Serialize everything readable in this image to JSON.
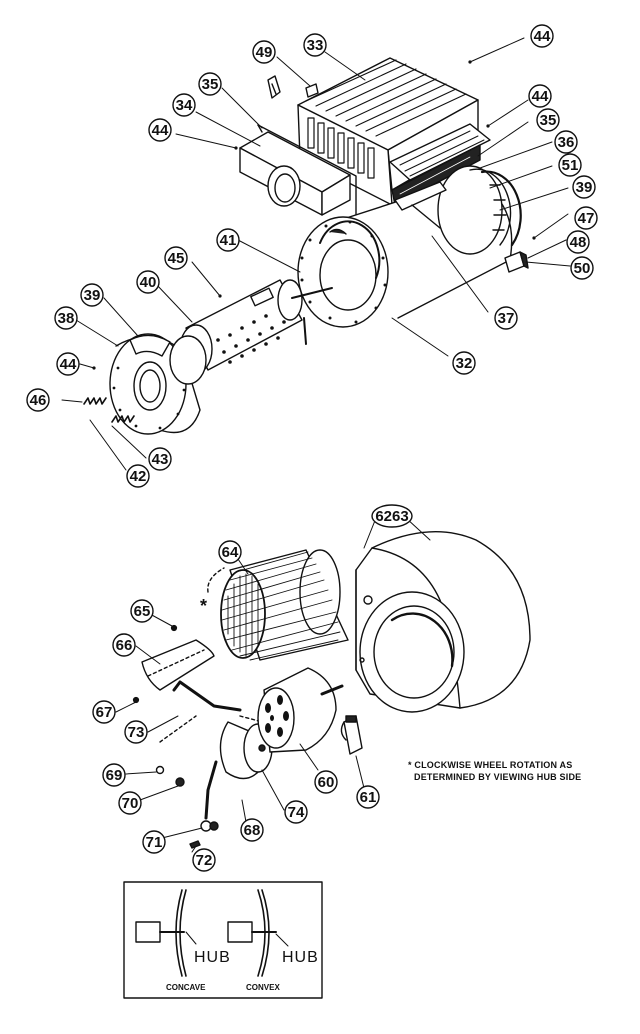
{
  "callouts": {
    "c33": "33",
    "c44a": "44",
    "c49": "49",
    "c35a": "35",
    "c44b": "44",
    "c34": "34",
    "c44c": "44",
    "c35b": "35",
    "c36": "36",
    "c51": "51",
    "c39a": "39",
    "c47": "47",
    "c48": "48",
    "c50": "50",
    "c41": "41",
    "c45": "45",
    "c40": "40",
    "c39b": "39",
    "c38": "38",
    "c44d": "44",
    "c46": "46",
    "c43": "43",
    "c42": "42",
    "c37": "37",
    "c32": "32",
    "c6263": "6263",
    "c64": "64",
    "c65": "65",
    "c66": "66",
    "c67": "67",
    "c73": "73",
    "c69": "69",
    "c70": "70",
    "c71": "71",
    "c72": "72",
    "c68": "68",
    "c74": "74",
    "c60": "60",
    "c61": "61"
  },
  "asterisk": "*",
  "note": {
    "line1": "* CLOCKWISE WHEEL ROTATION AS",
    "line2": "DETERMINED BY VIEWING HUB SIDE"
  },
  "inset": {
    "left_hub": "HUB",
    "left_label": "CONCAVE",
    "right_hub": "HUB",
    "right_label": "CONVEX"
  }
}
